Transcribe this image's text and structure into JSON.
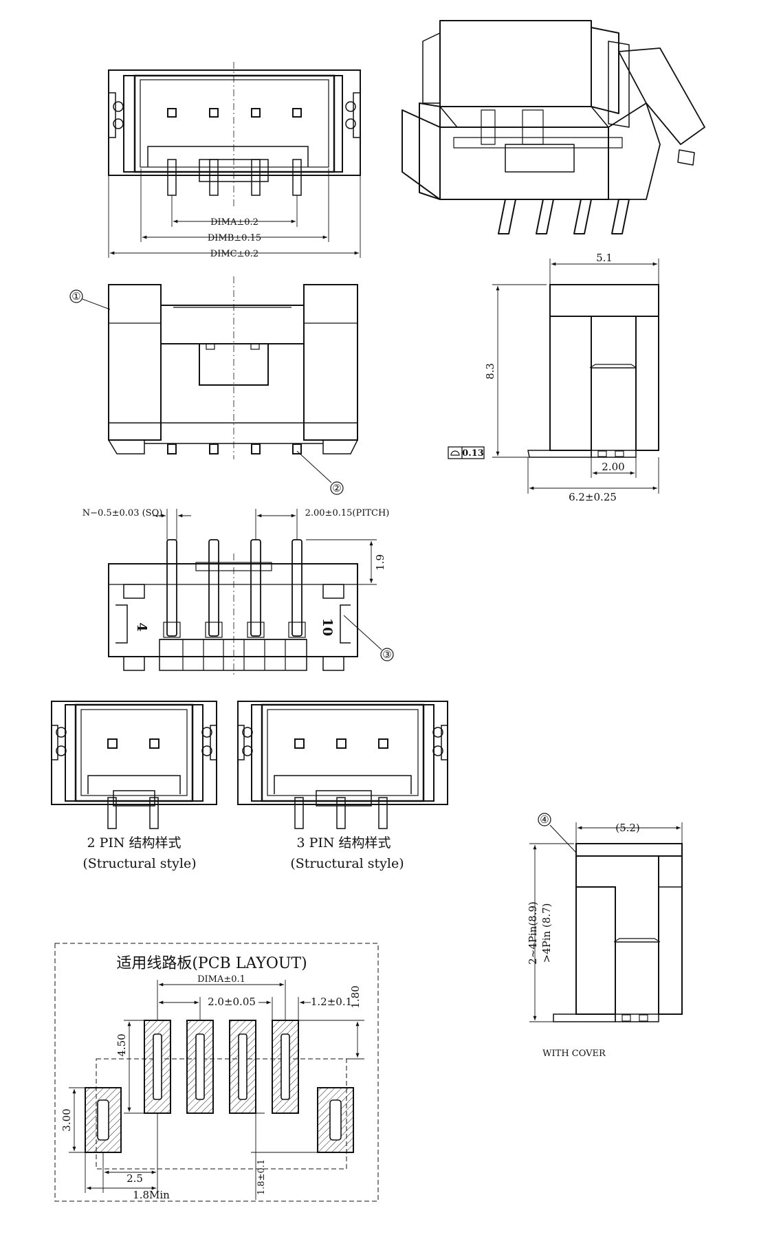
{
  "top_dims": {
    "dima": "DIMA±0.2",
    "dimb": "DIMB±0.15",
    "dimc": "DIMC±0.2"
  },
  "callouts": {
    "c1": "①",
    "c2": "②",
    "c3": "③",
    "c4": "④"
  },
  "side_view": {
    "width": "5.1",
    "height": "8.3",
    "pitch": "2.00",
    "depth": "6.2±0.25",
    "flatness": "0.13"
  },
  "pins_view": {
    "pin_size": "N−0.5±0.03 (SQ)",
    "pitch": "2.00±0.15(PITCH)",
    "lead": "1.9",
    "mark_left": "4",
    "mark_right": "10"
  },
  "variants": {
    "two_pin": {
      "title": "2 PIN 结构样式",
      "subtitle": "(Structural style)"
    },
    "three_pin": {
      "title": "3 PIN 结构样式",
      "subtitle": "(Structural style)"
    }
  },
  "cover_view": {
    "width": "(5.2)",
    "height_a": "2~4Pin(8.9)",
    "height_b": ">4Pin (8.7)",
    "caption": "WITH COVER"
  },
  "pcb_layout": {
    "title": "适用线路板(PCB LAYOUT)",
    "dima": "DIMA±0.1",
    "pitch": "2.0±0.05",
    "pad_width": "1.2±0.1",
    "gap_top": "1.80",
    "pad_length": "4.50",
    "tab_height": "3.00",
    "tab_offset": "2.5",
    "min_edge": "1.8Min",
    "tab_gap": "1.8±0.1"
  }
}
